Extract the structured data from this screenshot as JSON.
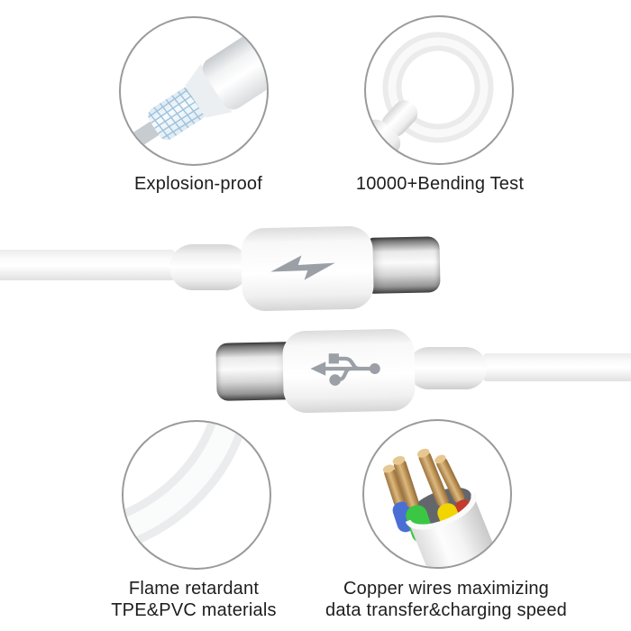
{
  "features": {
    "explosion_proof": {
      "label": "Explosion-proof",
      "art": "cable-cutaway-with-braided-mesh-layer"
    },
    "bending_test": {
      "label": "10000+Bending Test",
      "art": "cable-bent-in-full-loop"
    },
    "flame_retardant": {
      "line1": "Flame retardant",
      "line2": "TPE&PVC materials",
      "art": "white-cable-jacket-closeup"
    },
    "copper_wires": {
      "line1": "Copper wires maximizing",
      "line2": "data transfer&charging speed",
      "art": "four-copper-wires-with-colored-insulation"
    }
  },
  "connectors": {
    "top": {
      "icon": "lightning-bolt-icon",
      "orientation": "plug facing right"
    },
    "bottom": {
      "icon": "usb-trident-icon",
      "orientation": "plug facing left"
    }
  },
  "colors": {
    "background": "#ffffff",
    "text": "#1d1d1d",
    "circle_outline": "#9a9a9a",
    "icon_gray": "#9aa0a6",
    "mesh_blue": "#9cc2dd",
    "wire_blue": "#4a6fd4",
    "wire_green": "#3bc643",
    "wire_yellow": "#f2d400",
    "wire_red": "#c43a2e",
    "copper": "#c49a5f",
    "metal_tip": "#d6d6d6"
  }
}
